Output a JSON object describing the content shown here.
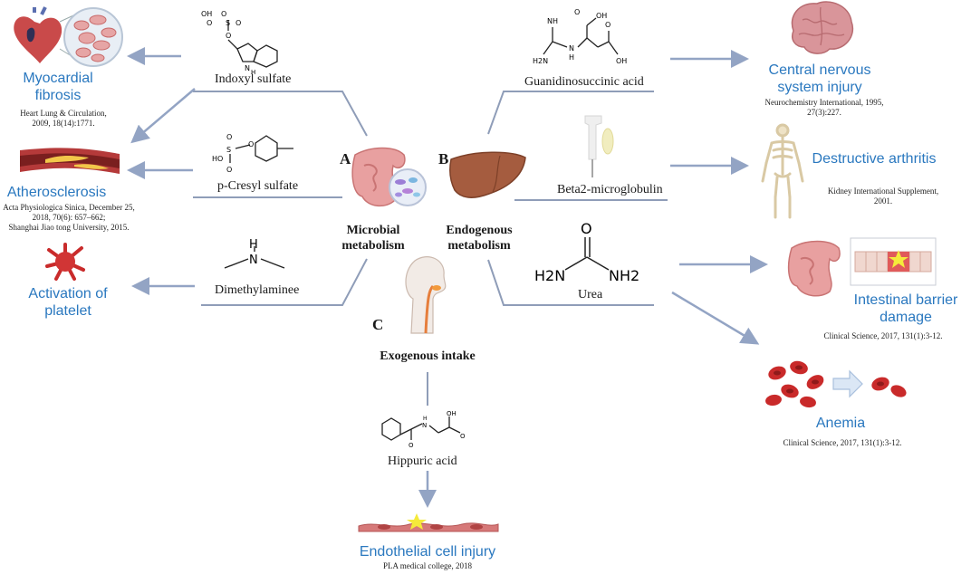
{
  "processes": {
    "microbial": {
      "letter": "A",
      "label_line1": "Microbial",
      "label_line2": "metabolism"
    },
    "endogenous": {
      "letter": "B",
      "label_line1": "Endogenous",
      "label_line2": "metabolism"
    },
    "exogenous": {
      "letter": "C",
      "label": "Exogenous intake"
    }
  },
  "compounds": {
    "indoxyl": "Indoxyl sulfate",
    "cresyl": "p-Cresyl sulfate",
    "dimethylamine": "Dimethylaminee",
    "guanidino": "Guanidinosuccinic acid",
    "beta2": "Beta2-microglobulin",
    "urea": "Urea",
    "hippuric": "Hippuric acid"
  },
  "structure_labels": {
    "indoxyl_oh": "OH",
    "indoxyl_s": "S",
    "indoxyl_o_top": "O",
    "indoxyl_o_left": "O",
    "indoxyl_o_right": "O",
    "indoxyl_o_bottom": "O",
    "indoxyl_nh": "H",
    "indoxyl_n": "N",
    "cresyl_o_top": "O",
    "cresyl_o_left": "O",
    "cresyl_o_bottom": "O",
    "cresyl_s": "S",
    "cresyl_ho": "HO",
    "dma_h": "H",
    "dma_n": "N",
    "guan_nh": "NH",
    "guan_o1": "O",
    "guan_oh1": "OH",
    "guan_h2n": "H2N",
    "guan_n": "N",
    "guan_h": "H",
    "guan_o2": "O",
    "guan_oh2": "OH",
    "urea_o": "O",
    "urea_h2n": "H2N",
    "urea_nh2": "NH2",
    "hipp_n": "N",
    "hipp_h": "H",
    "hipp_o1": "O",
    "hipp_oh": "OH",
    "hipp_o2": "O"
  },
  "outcomes": {
    "myocardial": {
      "line1": "Myocardial",
      "line2": "fibrosis",
      "ref_line1": "Heart Lung & Circulation,",
      "ref_line2": "2009, 18(14):1771."
    },
    "athero": {
      "line1": "Atherosclerosis",
      "ref_line1": "Acta Physiologica Sinica, December 25,",
      "ref_line2": "2018, 70(6): 657–662;",
      "ref_line3": "Shanghai Jiao tong University, 2015."
    },
    "platelet": {
      "line1": "Activation of",
      "line2": "platelet"
    },
    "cns": {
      "line1": "Central nervous",
      "line2": "system injury",
      "ref_line1": "Neurochemistry International, 1995,",
      "ref_line2": "27(3):227."
    },
    "arthritis": {
      "line1": "Destructive arthritis",
      "ref_line1": "Kidney International Supplement,",
      "ref_line2": "2001."
    },
    "intestinal": {
      "line1": "Intestinal barrier",
      "line2": "damage",
      "ref_line1": "Clinical Science, 2017, 131(1):3-12."
    },
    "anemia": {
      "line1": "Anemia",
      "ref_line1": "Clinical Science, 2017, 131(1):3-12."
    },
    "endothelial": {
      "line1": "Endothelial cell injury",
      "ref_line1": "PLA medical college, 2018"
    }
  },
  "colors": {
    "outcome_text": "#2a78bf",
    "connector": "#8f9db8",
    "arrow": "#93a4c4",
    "organ_red": "#c94a4a",
    "star": "#f5ea3a"
  },
  "icons": [
    "heart-icon",
    "artery-icon",
    "platelet-icon",
    "brain-icon",
    "skeleton-icon",
    "intestine-icon",
    "intestinal-barrier-icon",
    "red-blood-cell-icon",
    "liver-icon",
    "bacteria-icon",
    "human-head-icon",
    "endothelium-icon"
  ]
}
